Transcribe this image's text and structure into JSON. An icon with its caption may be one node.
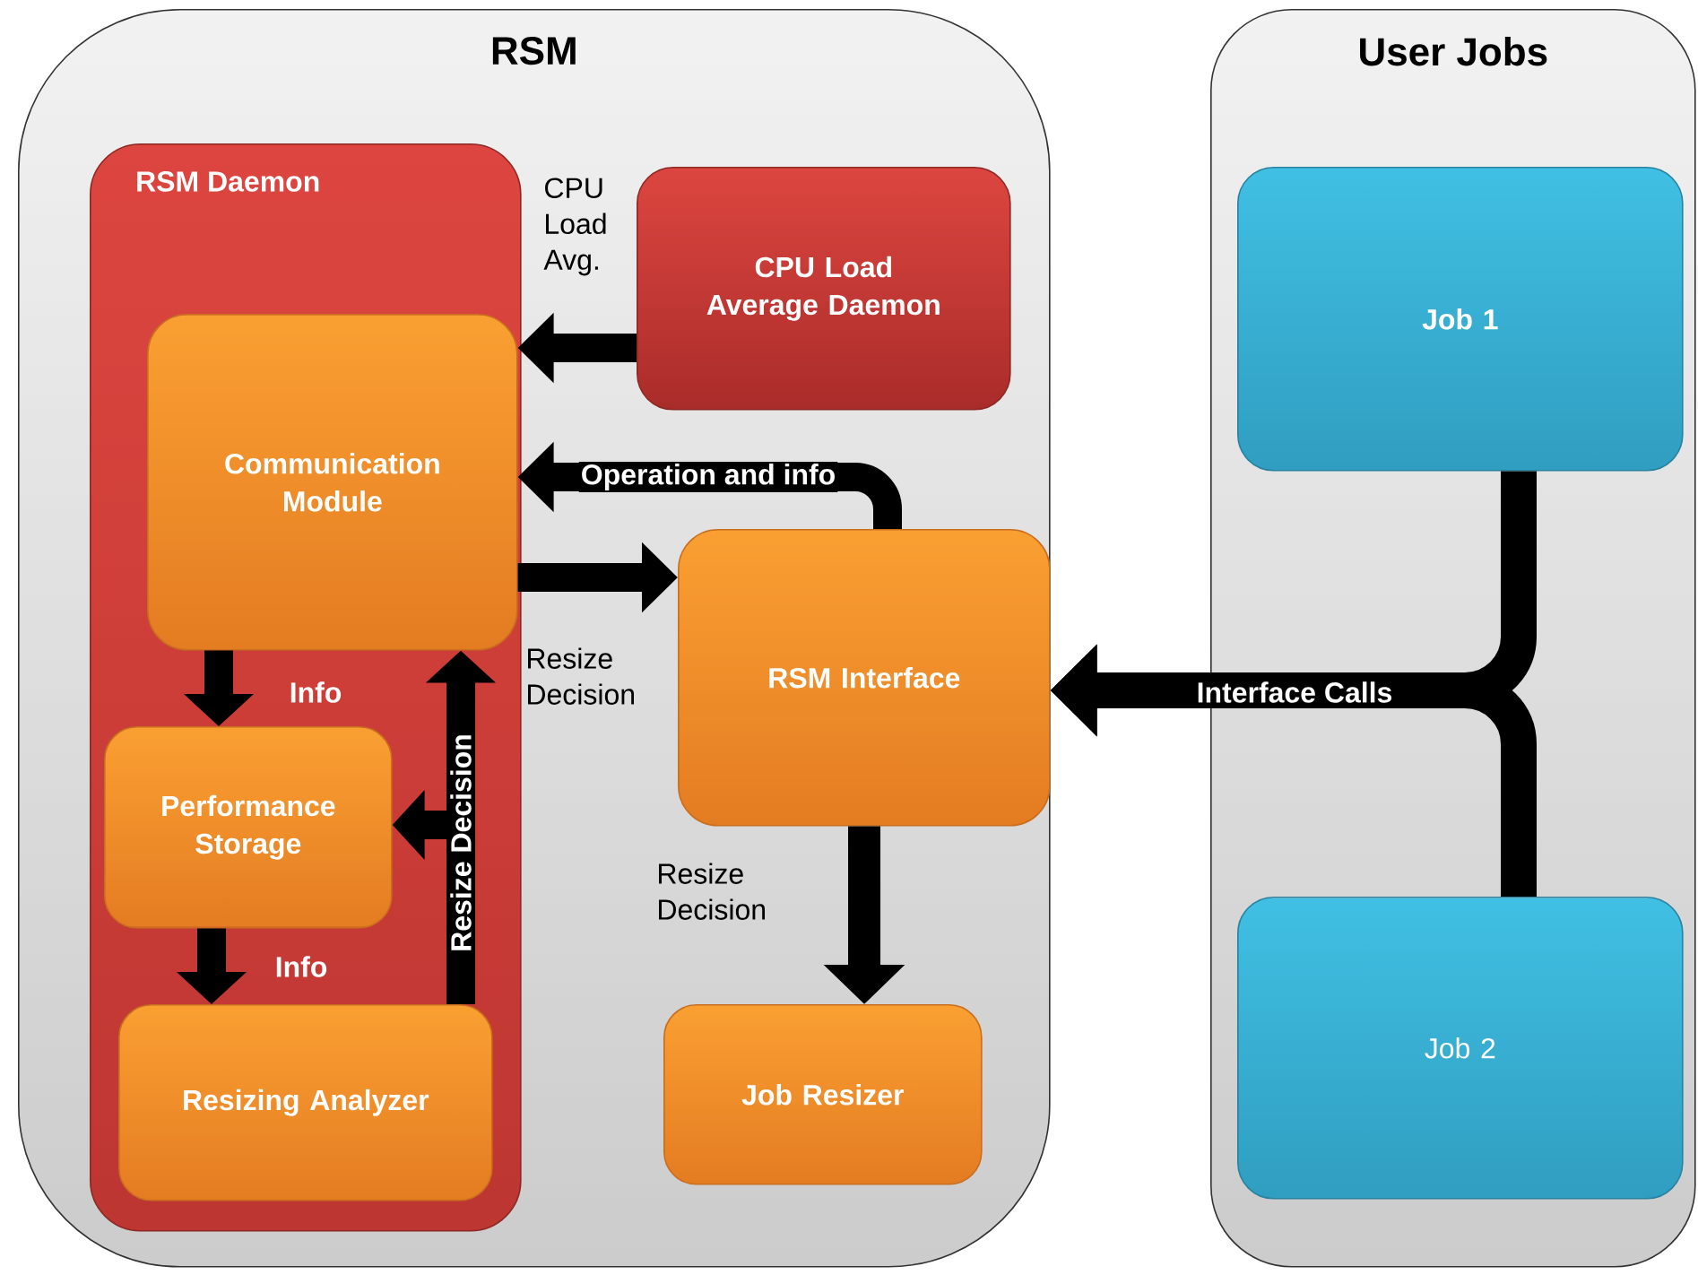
{
  "diagram": {
    "nodes": [
      {
        "text": [
          "RSM"
        ]
      },
      {
        "text": [
          "RSM Daemon"
        ],
        "in": 0
      },
      {
        "text": [
          "CPU Load Average Daemon"
        ],
        "in": 0
      },
      {
        "text": [
          "Communication Module"
        ],
        "in": 1
      },
      {
        "text": [
          "Performance Storage"
        ],
        "in": 1
      },
      {
        "text": [
          "Resizing Analyzer"
        ],
        "in": 1
      },
      {
        "text": [
          "RSM Interface"
        ],
        "in": 0
      },
      {
        "text": [
          "Job Resizer"
        ],
        "in": 0
      },
      {
        "text": [
          "User Jobs"
        ]
      },
      {
        "text": [
          "Job 1"
        ],
        "in": 8
      },
      {
        "text": [
          "Job 2"
        ],
        "in": 8
      }
    ],
    "edges": [
      {
        "from": 2,
        "to": 3,
        "arrow": "to",
        "label": "CPU Load Avg."
      },
      {
        "from": 6,
        "to": 3,
        "arrow": "to",
        "label": "Operation and info"
      },
      {
        "from": 3,
        "to": 6,
        "arrow": "to",
        "label": "Resize Decision"
      },
      {
        "from": 3,
        "to": 4,
        "arrow": "to",
        "label": "Info"
      },
      {
        "from": 4,
        "to": 5,
        "arrow": "to",
        "label": "Info"
      },
      {
        "from": 5,
        "to": 3,
        "arrow": "to",
        "label": "Resize Decision"
      },
      {
        "from": 5,
        "to": 4,
        "arrow": "to"
      },
      {
        "from": 6,
        "to": 7,
        "arrow": "to",
        "label": "Resize Decision"
      },
      {
        "from": 9,
        "to": 6,
        "arrow": "to",
        "label": "Interface Calls"
      },
      {
        "from": 10,
        "to": 6,
        "arrow": "to"
      }
    ]
  }
}
